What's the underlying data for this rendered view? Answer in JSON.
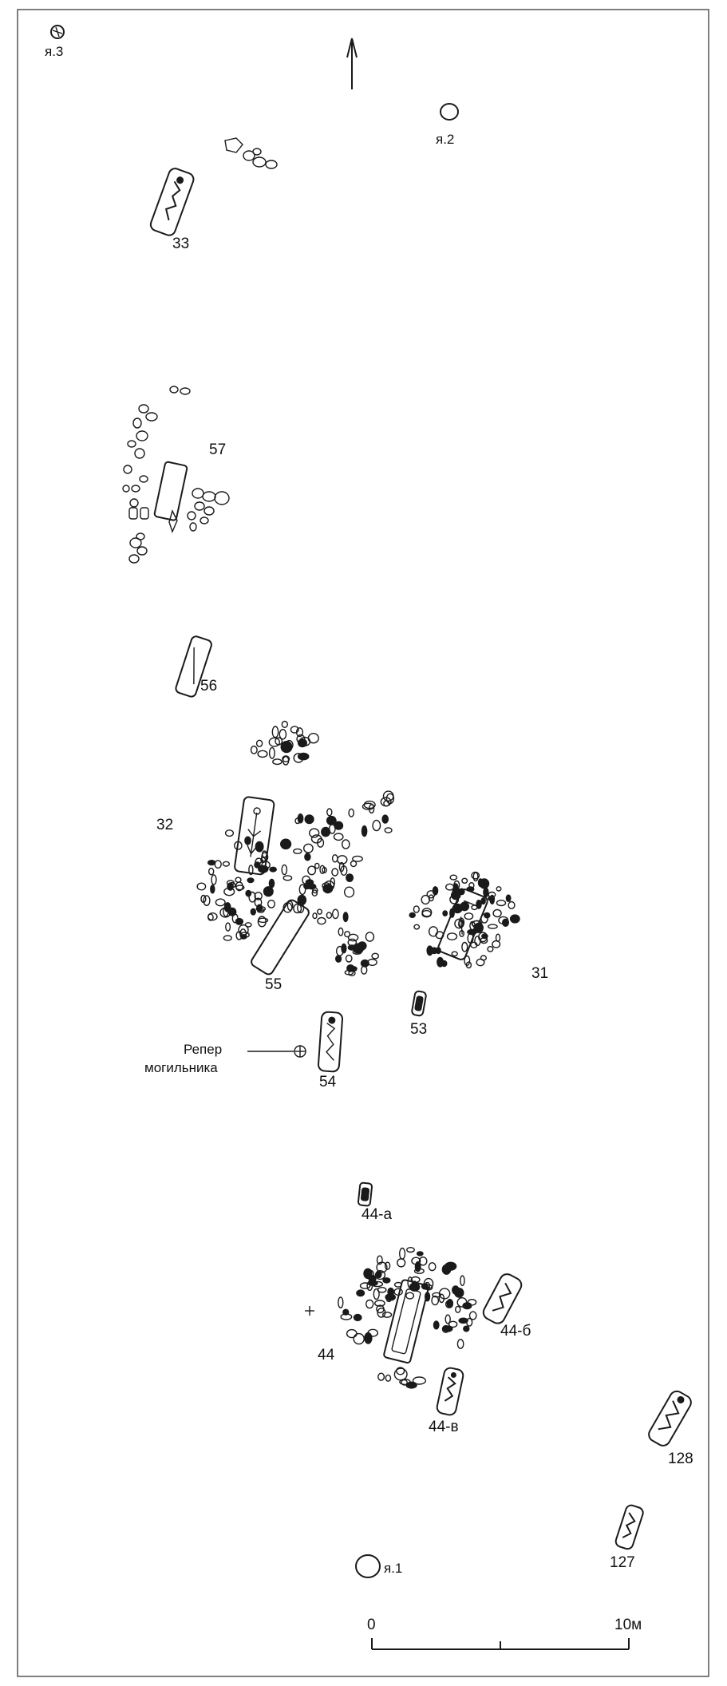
{
  "pits": [
    {
      "id": "pit-3",
      "label": "я.3"
    },
    {
      "id": "pit-2",
      "label": "я.2"
    },
    {
      "id": "pit-1",
      "label": "я.1"
    }
  ],
  "burials": [
    {
      "id": "33",
      "label": "33"
    },
    {
      "id": "57",
      "label": "57"
    },
    {
      "id": "56",
      "label": "56"
    },
    {
      "id": "32",
      "label": "32"
    },
    {
      "id": "55",
      "label": "55"
    },
    {
      "id": "31",
      "label": "31"
    },
    {
      "id": "53",
      "label": "53"
    },
    {
      "id": "54",
      "label": "54"
    },
    {
      "id": "44-a",
      "label": "44-а"
    },
    {
      "id": "44",
      "label": "44"
    },
    {
      "id": "44-b",
      "label": "44-б"
    },
    {
      "id": "44-v",
      "label": "44-в"
    },
    {
      "id": "128",
      "label": "128"
    },
    {
      "id": "127",
      "label": "127"
    }
  ],
  "benchmark": {
    "line1": "Репер",
    "line2": "могильника"
  },
  "scale": {
    "start": "0",
    "end": "10м"
  },
  "colors": {
    "ink": "#1a1a1a",
    "paper": "#ffffff",
    "frame": "#555555"
  }
}
